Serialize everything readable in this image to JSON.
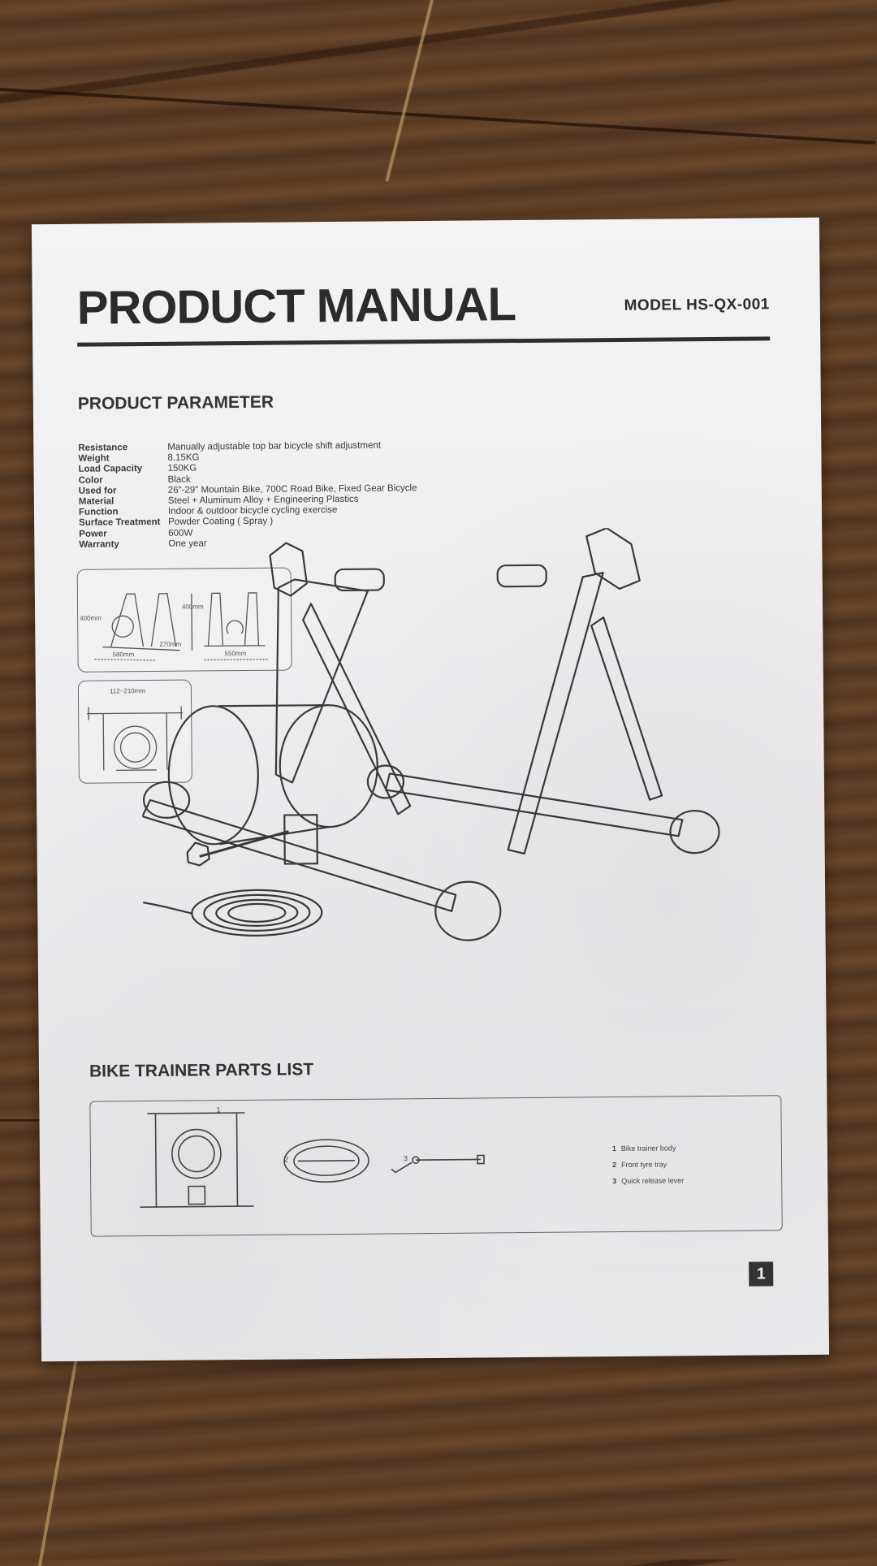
{
  "manual": {
    "title": "PRODUCT MANUAL",
    "model": "MODEL HS-QX-001",
    "parameter_heading": "PRODUCT PARAMETER",
    "parameters": [
      {
        "label": "Resistance",
        "value": "Manually adjustable top bar bicycle shift adjustment"
      },
      {
        "label": "Weight",
        "value": "8.15KG"
      },
      {
        "label": "Load Capacity",
        "value": "150KG"
      },
      {
        "label": "Color",
        "value": "Black"
      },
      {
        "label": "Used for",
        "value": "26\"-29\" Mountain Bike, 700C Road Bike, Fixed Gear Bicycle"
      },
      {
        "label": "Material",
        "value": "Steel + Aluminum Alloy + Engineering Plastics"
      },
      {
        "label": "Function",
        "value": "Indoor & outdoor bicycle cycling exercise"
      },
      {
        "label": "Surface Treatment",
        "value": "Powder Coating ( Spray )"
      },
      {
        "label": "Power",
        "value": "600W"
      },
      {
        "label": "Warranty",
        "value": "One year"
      }
    ],
    "thumbnails": {
      "dim_width_1": "580mm",
      "dim_height_1": "400mm",
      "dim_depth_1": "270mm",
      "dim_width_2": "550mm",
      "dim_height_2": "400mm",
      "dim_range": "112~210mm"
    },
    "parts_heading": "BIKE TRAINER PARTS LIST",
    "part_numbers": [
      "1",
      "2",
      "3"
    ],
    "parts": [
      {
        "num": "1",
        "name": "Bike trainer body"
      },
      {
        "num": "2",
        "name": "Front tyre tray"
      },
      {
        "num": "3",
        "name": "Quick release lever"
      }
    ],
    "page_number": "1"
  }
}
